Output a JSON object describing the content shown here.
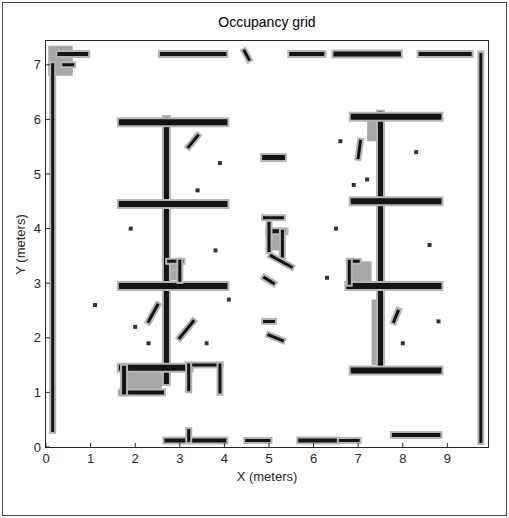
{
  "diagram": {
    "title": "Occupancy grid",
    "labels": [
      "0",
      "1",
      "2",
      "3",
      "4",
      "5",
      "6",
      "7",
      "8",
      "9",
      "0",
      "1",
      "2",
      "3",
      "4",
      "5",
      "6",
      "7",
      "X (meters)",
      "Y (meters)"
    ]
  }
}
